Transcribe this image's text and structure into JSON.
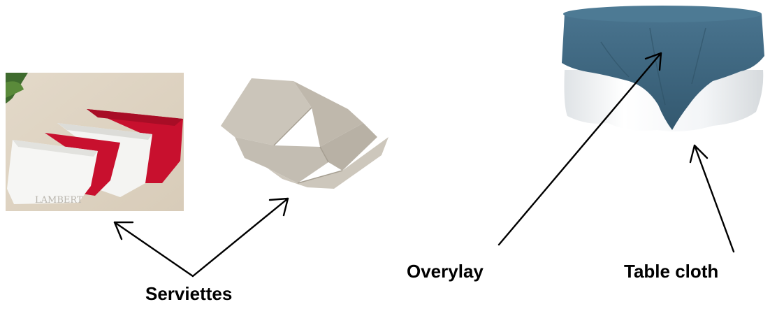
{
  "labels": {
    "serviettes": "Serviettes",
    "overlay": "Overylay",
    "table_cloth": "Table cloth"
  },
  "photo_watermark": "LAMBERT",
  "colors": {
    "overlay_blue": "#3f6780",
    "napkin_red": "#c8102e",
    "napkin_beige": "#c9c3b8",
    "napkin_white": "#f4f4f2",
    "tablecloth_white": "#f6f7f8",
    "arrow": "#000000"
  },
  "icons": {
    "photo_napkins": "red-and-white-napkins-photo",
    "photo_beige": "beige-napkins-photo",
    "photo_table": "round-table-with-overlay-photo"
  }
}
